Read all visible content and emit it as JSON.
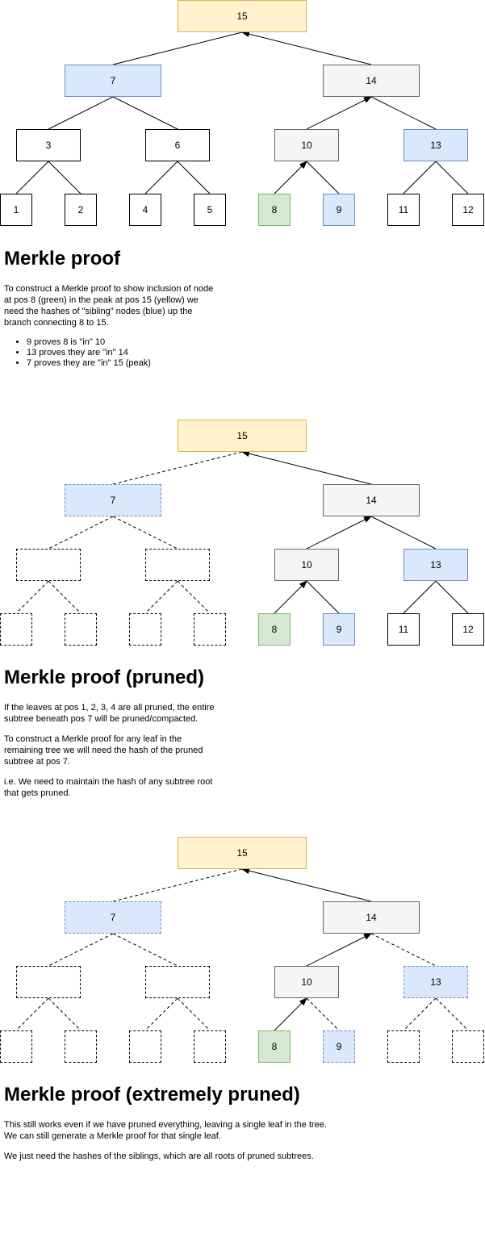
{
  "diagrams": [
    {
      "nodes": [
        {
          "id": "15",
          "label": "15",
          "style": "yellow",
          "dashed": false
        },
        {
          "id": "7",
          "label": "7",
          "style": "blue",
          "dashed": false
        },
        {
          "id": "14",
          "label": "14",
          "style": "gray",
          "dashed": false
        },
        {
          "id": "3",
          "label": "3",
          "style": "white",
          "dashed": false
        },
        {
          "id": "6",
          "label": "6",
          "style": "white",
          "dashed": false
        },
        {
          "id": "10",
          "label": "10",
          "style": "gray",
          "dashed": false
        },
        {
          "id": "13",
          "label": "13",
          "style": "blue",
          "dashed": false
        },
        {
          "id": "1",
          "label": "1",
          "style": "white",
          "dashed": false
        },
        {
          "id": "2",
          "label": "2",
          "style": "white",
          "dashed": false
        },
        {
          "id": "4",
          "label": "4",
          "style": "white",
          "dashed": false
        },
        {
          "id": "5",
          "label": "5",
          "style": "white",
          "dashed": false
        },
        {
          "id": "8",
          "label": "8",
          "style": "green",
          "dashed": false
        },
        {
          "id": "9",
          "label": "9",
          "style": "blue",
          "dashed": false
        },
        {
          "id": "11",
          "label": "11",
          "style": "white",
          "dashed": false
        },
        {
          "id": "12",
          "label": "12",
          "style": "white",
          "dashed": false
        }
      ],
      "edges": [
        {
          "parent": "15",
          "child": "7",
          "dashed": false,
          "arrow": false
        },
        {
          "parent": "15",
          "child": "14",
          "dashed": false,
          "arrow": true
        },
        {
          "parent": "7",
          "child": "3",
          "dashed": false,
          "arrow": false
        },
        {
          "parent": "7",
          "child": "6",
          "dashed": false,
          "arrow": false
        },
        {
          "parent": "14",
          "child": "10",
          "dashed": false,
          "arrow": true
        },
        {
          "parent": "14",
          "child": "13",
          "dashed": false,
          "arrow": false
        },
        {
          "parent": "3",
          "child": "1",
          "dashed": false,
          "arrow": false
        },
        {
          "parent": "3",
          "child": "2",
          "dashed": false,
          "arrow": false
        },
        {
          "parent": "6",
          "child": "4",
          "dashed": false,
          "arrow": false
        },
        {
          "parent": "6",
          "child": "5",
          "dashed": false,
          "arrow": false
        },
        {
          "parent": "10",
          "child": "8",
          "dashed": false,
          "arrow": true
        },
        {
          "parent": "10",
          "child": "9",
          "dashed": false,
          "arrow": false
        },
        {
          "parent": "13",
          "child": "11",
          "dashed": false,
          "arrow": false
        },
        {
          "parent": "13",
          "child": "12",
          "dashed": false,
          "arrow": false
        }
      ]
    },
    {
      "nodes": [
        {
          "id": "15",
          "label": "15",
          "style": "yellow",
          "dashed": false
        },
        {
          "id": "7",
          "label": "7",
          "style": "blue",
          "dashed": true
        },
        {
          "id": "14",
          "label": "14",
          "style": "gray",
          "dashed": false
        },
        {
          "id": "3",
          "label": "",
          "style": "white",
          "dashed": true
        },
        {
          "id": "6",
          "label": "",
          "style": "white",
          "dashed": true
        },
        {
          "id": "10",
          "label": "10",
          "style": "gray",
          "dashed": false
        },
        {
          "id": "13",
          "label": "13",
          "style": "blue",
          "dashed": false
        },
        {
          "id": "1",
          "label": "",
          "style": "white",
          "dashed": true
        },
        {
          "id": "2",
          "label": "",
          "style": "white",
          "dashed": true
        },
        {
          "id": "4",
          "label": "",
          "style": "white",
          "dashed": true
        },
        {
          "id": "5",
          "label": "",
          "style": "white",
          "dashed": true
        },
        {
          "id": "8",
          "label": "8",
          "style": "green",
          "dashed": false
        },
        {
          "id": "9",
          "label": "9",
          "style": "blue",
          "dashed": false
        },
        {
          "id": "11",
          "label": "11",
          "style": "white",
          "dashed": false
        },
        {
          "id": "12",
          "label": "12",
          "style": "white",
          "dashed": false
        }
      ],
      "edges": [
        {
          "parent": "15",
          "child": "7",
          "dashed": true,
          "arrow": false
        },
        {
          "parent": "15",
          "child": "14",
          "dashed": false,
          "arrow": true
        },
        {
          "parent": "7",
          "child": "3",
          "dashed": true,
          "arrow": false
        },
        {
          "parent": "7",
          "child": "6",
          "dashed": true,
          "arrow": false
        },
        {
          "parent": "14",
          "child": "10",
          "dashed": false,
          "arrow": true
        },
        {
          "parent": "14",
          "child": "13",
          "dashed": false,
          "arrow": false
        },
        {
          "parent": "3",
          "child": "1",
          "dashed": true,
          "arrow": false
        },
        {
          "parent": "3",
          "child": "2",
          "dashed": true,
          "arrow": false
        },
        {
          "parent": "6",
          "child": "4",
          "dashed": true,
          "arrow": false
        },
        {
          "parent": "6",
          "child": "5",
          "dashed": true,
          "arrow": false
        },
        {
          "parent": "10",
          "child": "8",
          "dashed": false,
          "arrow": true
        },
        {
          "parent": "10",
          "child": "9",
          "dashed": false,
          "arrow": false
        },
        {
          "parent": "13",
          "child": "11",
          "dashed": false,
          "arrow": false
        },
        {
          "parent": "13",
          "child": "12",
          "dashed": false,
          "arrow": false
        }
      ]
    },
    {
      "nodes": [
        {
          "id": "15",
          "label": "15",
          "style": "yellow",
          "dashed": false
        },
        {
          "id": "7",
          "label": "7",
          "style": "blue",
          "dashed": true
        },
        {
          "id": "14",
          "label": "14",
          "style": "gray",
          "dashed": false
        },
        {
          "id": "3",
          "label": "",
          "style": "white",
          "dashed": true
        },
        {
          "id": "6",
          "label": "",
          "style": "white",
          "dashed": true
        },
        {
          "id": "10",
          "label": "10",
          "style": "gray",
          "dashed": false
        },
        {
          "id": "13",
          "label": "13",
          "style": "blue",
          "dashed": true
        },
        {
          "id": "1",
          "label": "",
          "style": "white",
          "dashed": true
        },
        {
          "id": "2",
          "label": "",
          "style": "white",
          "dashed": true
        },
        {
          "id": "4",
          "label": "",
          "style": "white",
          "dashed": true
        },
        {
          "id": "5",
          "label": "",
          "style": "white",
          "dashed": true
        },
        {
          "id": "8",
          "label": "8",
          "style": "green",
          "dashed": false
        },
        {
          "id": "9",
          "label": "9",
          "style": "blue",
          "dashed": true
        },
        {
          "id": "11",
          "label": "",
          "style": "white",
          "dashed": true
        },
        {
          "id": "12",
          "label": "",
          "style": "white",
          "dashed": true
        }
      ],
      "edges": [
        {
          "parent": "15",
          "child": "7",
          "dashed": true,
          "arrow": false
        },
        {
          "parent": "15",
          "child": "14",
          "dashed": false,
          "arrow": true
        },
        {
          "parent": "7",
          "child": "3",
          "dashed": true,
          "arrow": false
        },
        {
          "parent": "7",
          "child": "6",
          "dashed": true,
          "arrow": false
        },
        {
          "parent": "14",
          "child": "10",
          "dashed": false,
          "arrow": true
        },
        {
          "parent": "14",
          "child": "13",
          "dashed": true,
          "arrow": false
        },
        {
          "parent": "3",
          "child": "1",
          "dashed": true,
          "arrow": false
        },
        {
          "parent": "3",
          "child": "2",
          "dashed": true,
          "arrow": false
        },
        {
          "parent": "6",
          "child": "4",
          "dashed": true,
          "arrow": false
        },
        {
          "parent": "6",
          "child": "5",
          "dashed": true,
          "arrow": false
        },
        {
          "parent": "10",
          "child": "8",
          "dashed": false,
          "arrow": true
        },
        {
          "parent": "10",
          "child": "9",
          "dashed": true,
          "arrow": false
        },
        {
          "parent": "13",
          "child": "11",
          "dashed": true,
          "arrow": false
        },
        {
          "parent": "13",
          "child": "12",
          "dashed": true,
          "arrow": false
        }
      ]
    }
  ],
  "sections": [
    {
      "heading": "Merkle proof",
      "paragraphs": [
        "To construct a Merkle proof to show inclusion of node at pos 8 (green) in the peak at pos 15 (yellow) we need the hashes of \"sibling\" nodes (blue) up the branch connecting 8 to 15."
      ],
      "bullets": [
        "9 proves 8 is \"in\" 10",
        "13 proves they are \"in\" 14",
        "7 proves they are \"in\" 15 (peak)"
      ]
    },
    {
      "heading": "Merkle proof (pruned)",
      "paragraphs": [
        "If the leaves at pos 1, 2, 3, 4 are all pruned, the entire subtree beneath pos 7 will be pruned/compacted.",
        "To construct a Merkle proof for any leaf in the remaining tree we will need the hash of the pruned subtree at pos 7.",
        "i.e. We need to maintain the hash of any subtree root that gets pruned."
      ]
    },
    {
      "heading": "Merkle proof (extremely pruned)",
      "paragraphs": [
        "This still works even if we have pruned everything, leaving a single leaf in the tree. We can still generate a Merkle proof for that single leaf.",
        "We just need the hashes of the siblings, which are all roots of pruned subtrees."
      ]
    }
  ],
  "colors": {
    "yellow_fill": "#fff2cc",
    "yellow_stroke": "#d6b656",
    "blue_fill": "#dae8fc",
    "blue_stroke": "#6c8ebf",
    "green_fill": "#d5e8d4",
    "green_stroke": "#82b366",
    "gray_fill": "#f5f5f5",
    "gray_stroke": "#666666"
  }
}
